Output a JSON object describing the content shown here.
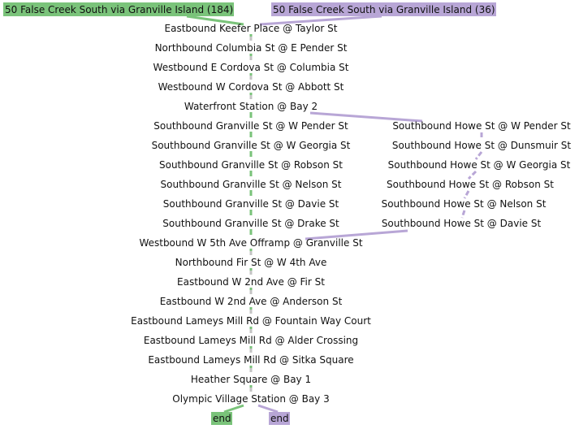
{
  "colors": {
    "route_a": "#7ac37a",
    "route_b": "#b8a6d6",
    "overlap_dash": "#c4c4c4",
    "background": "#ffffff",
    "text": "#111111"
  },
  "routes": [
    {
      "id": "a",
      "label": "50 False Creek South via Granville Island (184)",
      "end_label": "end"
    },
    {
      "id": "b",
      "label": "50 False Creek South via Granville Island (36)",
      "end_label": "end"
    }
  ],
  "stops": {
    "main": [
      "Eastbound Keefer Place @ Taylor St",
      "Northbound Columbia St @ E Pender St",
      "Westbound E Cordova St @ Columbia St",
      "Westbound W Cordova St @ Abbott St",
      "Waterfront Station @ Bay 2",
      "Southbound Granville St @ W Pender St",
      "Southbound Granville St @ W Georgia St",
      "Southbound Granville St @ Robson St",
      "Southbound Granville St @ Nelson St",
      "Southbound Granville St @ Davie St",
      "Southbound Granville St @ Drake St",
      "Westbound W 5th Ave Offramp @ Granville St",
      "Northbound Fir St @ W 4th Ave",
      "Eastbound W 2nd Ave @ Fir St",
      "Eastbound W 2nd Ave @ Anderson St",
      "Eastbound Lameys Mill Rd @ Fountain Way Court",
      "Eastbound Lameys Mill Rd @ Alder Crossing",
      "Eastbound Lameys Mill Rd @ Sitka Square",
      "Heather Square @ Bay 1",
      "Olympic Village Station @ Bay 3"
    ],
    "branch": [
      "Southbound Howe St @ W Pender St",
      "Southbound Howe St @ Dunsmuir St",
      "Southbound Howe St @ W Georgia St",
      "Southbound Howe St @ Robson St",
      "Southbound Howe St @ Nelson St",
      "Southbound Howe St @ Davie St"
    ]
  }
}
